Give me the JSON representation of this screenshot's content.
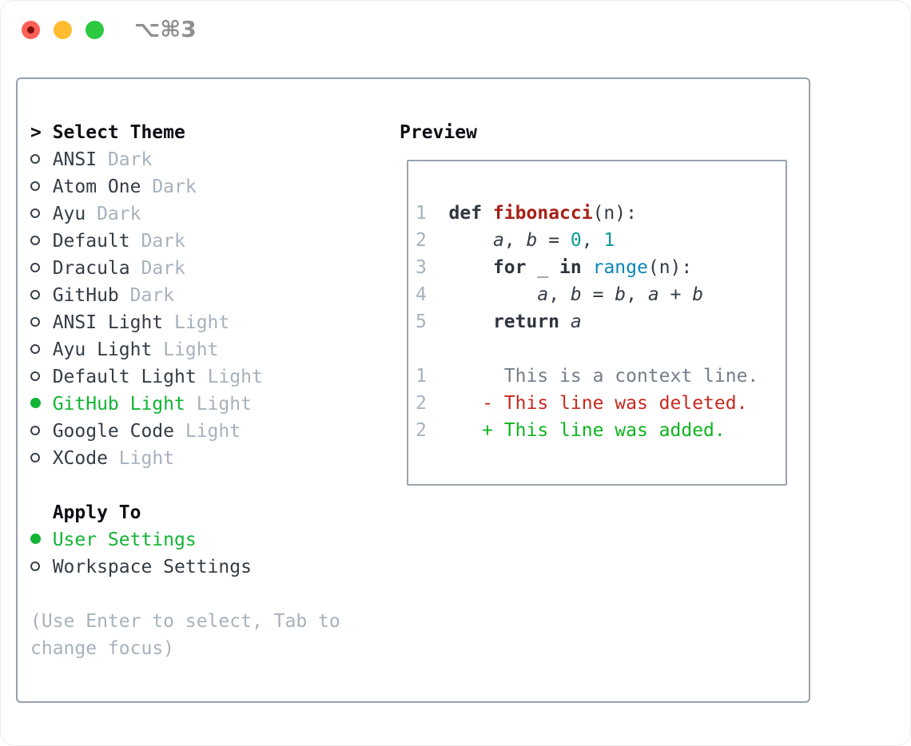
{
  "window": {
    "title": "⌥⌘3"
  },
  "colors": {
    "accent_green": "#12b434",
    "text_dark": "#353c46",
    "text_black": "#0b0f14",
    "muted": "#a7b1bc",
    "panel_border": "#97a1ac",
    "box_border": "#9aa4ae",
    "line_number": "#a7b1bc",
    "keyword": "#2e353f",
    "function_red": "#a81f16",
    "number_teal": "#0b9a9a",
    "builtin_blue": "#0a87b6",
    "diff_context": "#747e89",
    "diff_deleted": "#c7291e",
    "diff_added": "#0eb41f",
    "titlebar_text": "#8f8f8f",
    "traffic_red": "#ff5f57",
    "traffic_red_dot": "#7c120b",
    "traffic_yellow": "#febc2e",
    "traffic_green": "#2bc840"
  },
  "theme_list": {
    "cursor": ">",
    "title": "Select Theme",
    "items": [
      {
        "name": "ANSI",
        "tag": "Dark",
        "selected": false
      },
      {
        "name": "Atom One",
        "tag": "Dark",
        "selected": false
      },
      {
        "name": "Ayu",
        "tag": "Dark",
        "selected": false
      },
      {
        "name": "Default",
        "tag": "Dark",
        "selected": false
      },
      {
        "name": "Dracula",
        "tag": "Dark",
        "selected": false
      },
      {
        "name": "GitHub",
        "tag": "Dark",
        "selected": false
      },
      {
        "name": "ANSI Light",
        "tag": "Light",
        "selected": false
      },
      {
        "name": "Ayu Light",
        "tag": "Light",
        "selected": false
      },
      {
        "name": "Default Light",
        "tag": "Light",
        "selected": false
      },
      {
        "name": "GitHub Light",
        "tag": "Light",
        "selected": true
      },
      {
        "name": "Google Code",
        "tag": "Light",
        "selected": false
      },
      {
        "name": "XCode",
        "tag": "Light",
        "selected": false
      }
    ]
  },
  "apply_to": {
    "title": "Apply To",
    "options": [
      {
        "label": "User Settings",
        "selected": true
      },
      {
        "label": "Workspace Settings",
        "selected": false
      }
    ]
  },
  "hint": {
    "line1": "(Use Enter to select, Tab to",
    "line2": "change focus)"
  },
  "preview": {
    "title": "Preview",
    "lines": [
      [
        {
          "t": "1  ",
          "c": "ln"
        },
        {
          "t": "def",
          "c": "kw"
        },
        {
          "t": " "
        },
        {
          "t": "fibonacci",
          "c": "fn"
        },
        {
          "t": "(n):"
        }
      ],
      [
        {
          "t": "2  ",
          "c": "ln"
        },
        {
          "t": "    "
        },
        {
          "t": "a",
          "c": "var"
        },
        {
          "t": ", "
        },
        {
          "t": "b",
          "c": "var"
        },
        {
          "t": " = "
        },
        {
          "t": "0",
          "c": "num"
        },
        {
          "t": ", "
        },
        {
          "t": "1",
          "c": "num"
        }
      ],
      [
        {
          "t": "3  ",
          "c": "ln"
        },
        {
          "t": "    "
        },
        {
          "t": "for",
          "c": "kw"
        },
        {
          "t": " _ "
        },
        {
          "t": "in",
          "c": "kw"
        },
        {
          "t": " "
        },
        {
          "t": "range",
          "c": "bi"
        },
        {
          "t": "(n):"
        }
      ],
      [
        {
          "t": "4  ",
          "c": "ln"
        },
        {
          "t": "        "
        },
        {
          "t": "a",
          "c": "var"
        },
        {
          "t": ", "
        },
        {
          "t": "b",
          "c": "var"
        },
        {
          "t": " = "
        },
        {
          "t": "b",
          "c": "var"
        },
        {
          "t": ", "
        },
        {
          "t": "a",
          "c": "var"
        },
        {
          "t": " + "
        },
        {
          "t": "b",
          "c": "var"
        }
      ],
      [
        {
          "t": "5  ",
          "c": "ln"
        },
        {
          "t": "    "
        },
        {
          "t": "return",
          "c": "kw"
        },
        {
          "t": " "
        },
        {
          "t": "a",
          "c": "var"
        }
      ],
      [],
      [
        {
          "t": "1  ",
          "c": "ln"
        },
        {
          "t": "     "
        },
        {
          "t": "This is a context line.",
          "c": "ctx"
        }
      ],
      [
        {
          "t": "2  ",
          "c": "ln"
        },
        {
          "t": "   "
        },
        {
          "t": "- This line was deleted.",
          "c": "del"
        }
      ],
      [
        {
          "t": "2  ",
          "c": "ln"
        },
        {
          "t": "   "
        },
        {
          "t": "+ This line was added.",
          "c": "add"
        }
      ]
    ]
  }
}
